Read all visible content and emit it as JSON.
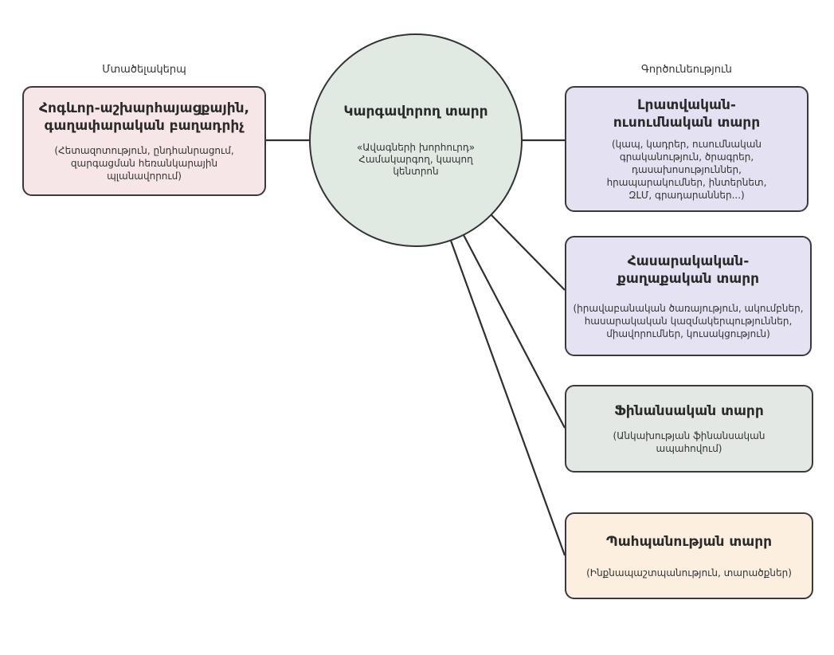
{
  "diagram": {
    "left_group_label": "Մտածելակերպ",
    "right_group_label": "Գործունեություն",
    "center": {
      "title": "Կարգավորող տարր",
      "description": "«Ավագների խորհուրդ» Համակարգող, կապող կենտրոն",
      "fill": "#e0eae3"
    },
    "left_node": {
      "title": "Հոգևոր-աշխարհայացքային, գաղափարական բաղադրիչ",
      "description": "(Հետազոտություն, ընդհանրացում, զարգացման հեռանկարային պլանավորում)",
      "fill": "#f7e6e7"
    },
    "right_nodes": [
      {
        "title": "Լրատվական-ուսումնական տարր",
        "description": "(կապ, կադրեր, ուսումնական գրականություն, ծրագրեր, դասախոսություններ, հրապարակումներ, ինտերնետ, ԶԼՄ, գրադարաններ...)",
        "fill": "#e3e1f2"
      },
      {
        "title": "Հասարակական-քաղաքական տարր",
        "description": "(իրավաբանական ծառայություն, ակումբներ, հասարակական կազմակերպություններ, միավորումներ, կուսակցություն)",
        "fill": "#e5e3f3"
      },
      {
        "title": "Ֆինանսական տարր",
        "description": "(Անկախության ֆինանսական ապահովում)",
        "fill": "#e3e8e4"
      },
      {
        "title": "Պահպանության տարր",
        "description": "(Ինքնապաշտպանություն, տարածքներ)",
        "fill": "#fdefdf"
      }
    ],
    "edges": [
      {
        "from": "center",
        "to": "left_node"
      },
      {
        "from": "center",
        "to": "right_nodes.0"
      },
      {
        "from": "center",
        "to": "right_nodes.1"
      },
      {
        "from": "center",
        "to": "right_nodes.2"
      },
      {
        "from": "center",
        "to": "right_nodes.3"
      }
    ],
    "line_color": "#2f2f2f"
  }
}
